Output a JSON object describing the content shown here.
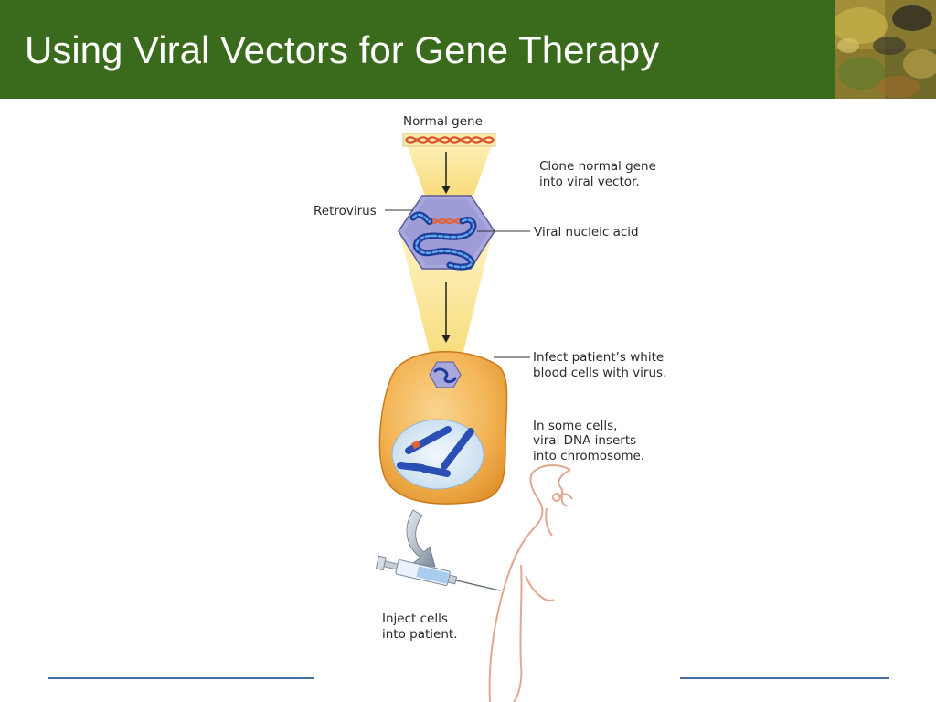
{
  "slide": {
    "title": "Using Viral Vectors for Gene Therapy"
  },
  "diagram": {
    "normal_gene": "Normal gene",
    "step1_line1": "Clone normal gene",
    "step1_line2": "into viral vector.",
    "retrovirus": "Retrovirus",
    "viral_nucleic_acid": "Viral nucleic acid",
    "step2_line1": "Infect patient’s white",
    "step2_line2": "blood cells with virus.",
    "step3_line1": "In some cells,",
    "step3_line2": "viral DNA inserts",
    "step3_line3": "into chromosome.",
    "step4_line1": "Inject cells",
    "step4_line2": "into patient."
  },
  "colors": {
    "header_green": "#3a6b1c",
    "cell_orange": "#f1a43a",
    "nucleus_blue": "#dcebf7",
    "chromosome_blue": "#2a4fb4",
    "virus_purple": "#9b9ad6",
    "dna_orange": "#e0643a",
    "beam_yellow": "#fbe69a",
    "rule_blue": "#4a6fae"
  }
}
